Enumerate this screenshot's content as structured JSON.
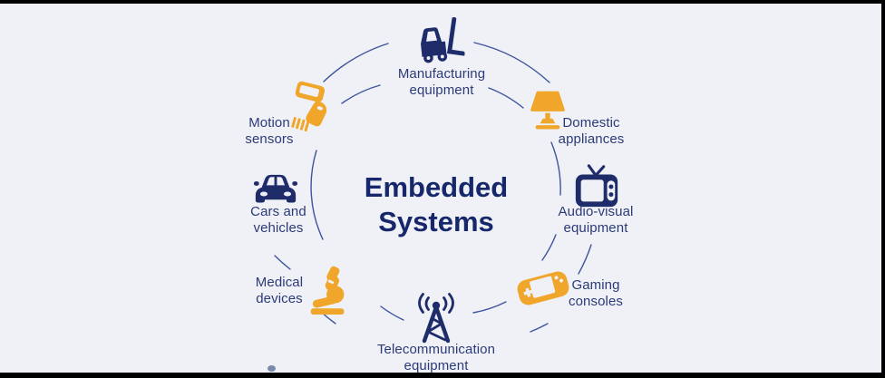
{
  "title": {
    "lines": [
      "Embedded",
      "Systems"
    ]
  },
  "items": [
    {
      "id": "manufacturing-equipment",
      "lines": [
        "Manufacturing",
        "equipment"
      ],
      "icon": "forklift-icon",
      "color": "#1e2c6a",
      "position": "top"
    },
    {
      "id": "domestic-appliances",
      "lines": [
        "Domestic",
        "appliances"
      ],
      "icon": "lamp-icon",
      "color": "#efa62a",
      "position": "upper-right"
    },
    {
      "id": "audio-visual-equipment",
      "lines": [
        "Audio-visual",
        "equipment"
      ],
      "icon": "tv-icon",
      "color": "#1e2c6a",
      "position": "right"
    },
    {
      "id": "gaming-consoles",
      "lines": [
        "Gaming",
        "consoles"
      ],
      "icon": "gamepad-icon",
      "color": "#efa62a",
      "position": "lower-right"
    },
    {
      "id": "telecommunication-equipment",
      "lines": [
        "Telecommunication",
        "equipment"
      ],
      "icon": "radio-tower-icon",
      "color": "#1e2c6a",
      "position": "bottom"
    },
    {
      "id": "medical-devices",
      "lines": [
        "Medical",
        "devices"
      ],
      "icon": "microscope-icon",
      "color": "#efa62a",
      "position": "lower-left"
    },
    {
      "id": "cars-and-vehicles",
      "lines": [
        "Cars and",
        "vehicles"
      ],
      "icon": "car-icon",
      "color": "#1e2c6a",
      "position": "left"
    },
    {
      "id": "motion-sensors",
      "lines": [
        "Motion",
        "sensors"
      ],
      "icon": "barcode-scanner-icon",
      "color": "#efa62a",
      "position": "upper-left"
    }
  ],
  "colors": {
    "background": "#eff1f6",
    "navy": "#1e2c6a",
    "orange": "#efa62a",
    "label_text": "#2c3b78",
    "title_text": "#16286b",
    "arc_line": "#3d549e",
    "frame_bar": "#000000",
    "dot": "#7b89ad"
  }
}
